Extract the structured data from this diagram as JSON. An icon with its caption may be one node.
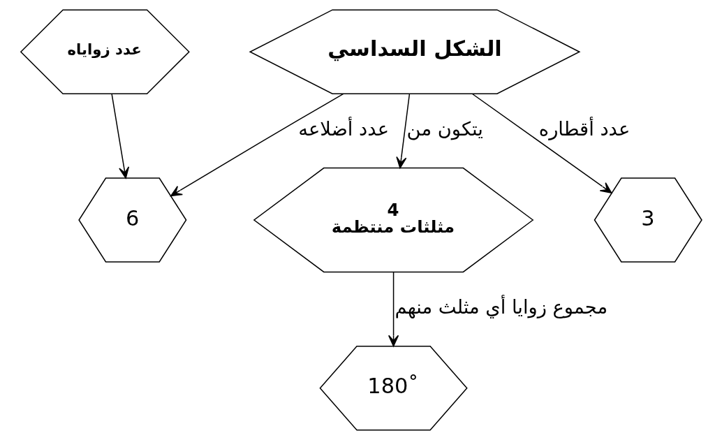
{
  "diagram": {
    "nodes": [
      {
        "text": [
          "عدد زواياه"
        ]
      },
      {
        "text": [
          "4",
          "مثلثات منتظمة"
        ]
      },
      {
        "text": [
          "الشكل السداسي"
        ]
      },
      {
        "text": [
          "6"
        ]
      },
      {
        "text": [
          "180˚"
        ]
      },
      {
        "text": [
          "3"
        ]
      }
    ],
    "edges": [
      {
        "from": 0,
        "to": 3,
        "arrow": "to"
      },
      {
        "from": 2,
        "to": 1,
        "arrow": "to",
        "label": "يتكون من"
      },
      {
        "from": 2,
        "to": 3,
        "arrow": "to",
        "label": "عدد أضلاعه"
      },
      {
        "from": 1,
        "to": 4,
        "arrow": "to",
        "label": "مجموع زوايا أي مثلث منهم"
      },
      {
        "from": 2,
        "to": 5,
        "arrow": "to",
        "label": "عدد أقطاره"
      }
    ]
  }
}
